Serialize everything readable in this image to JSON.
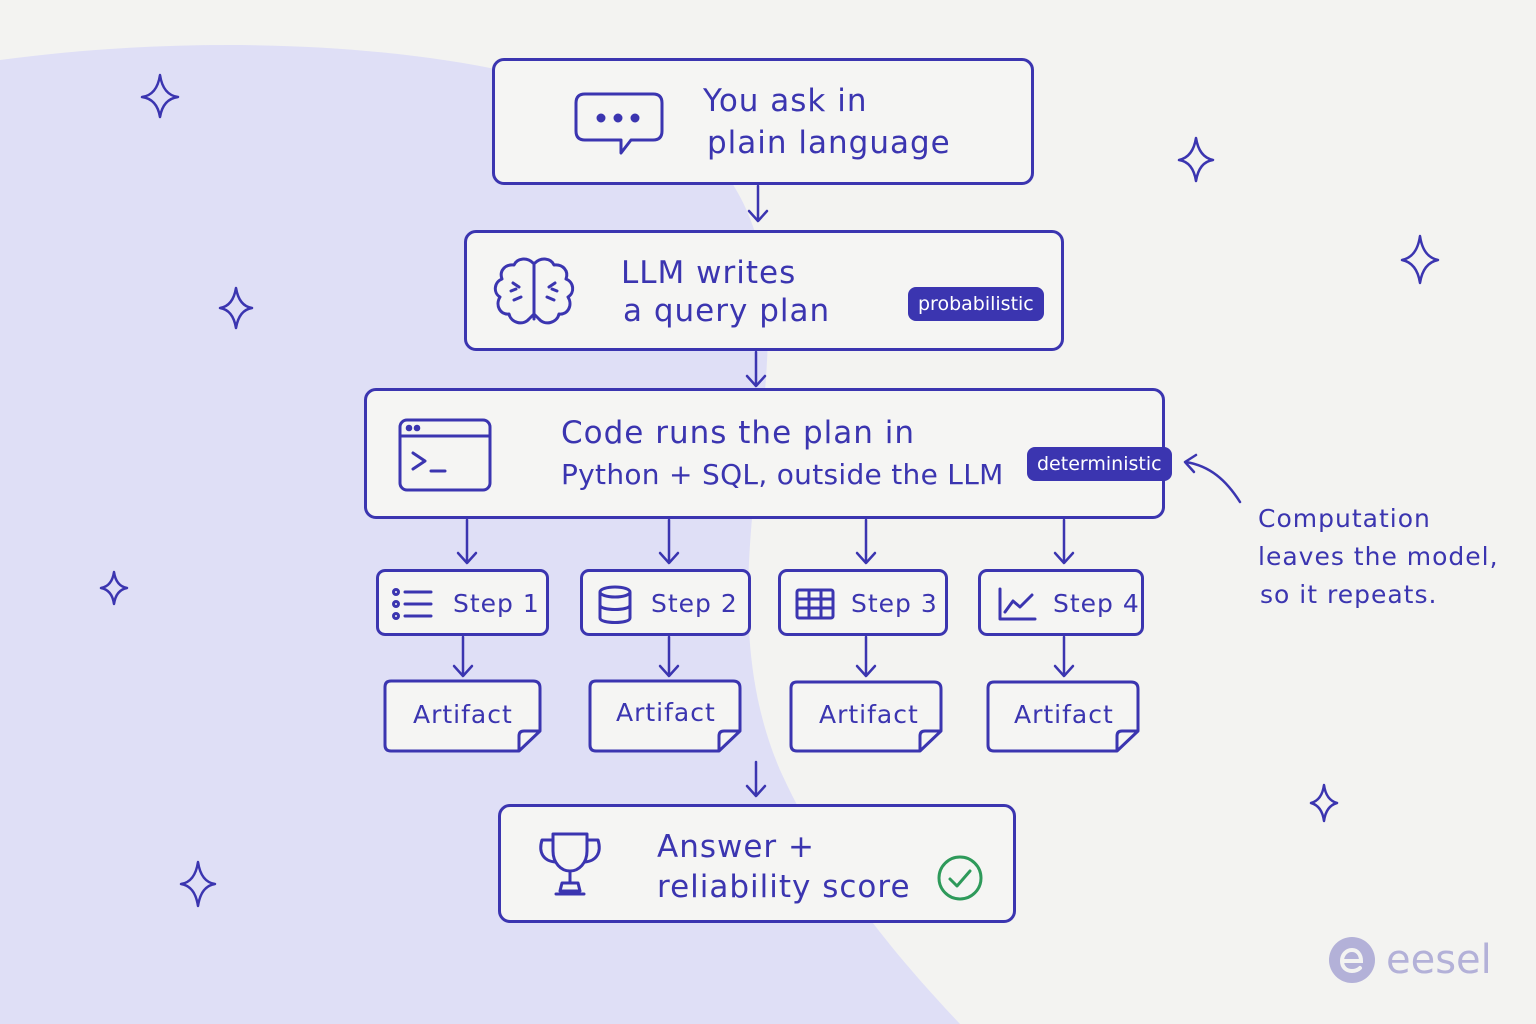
{
  "nodes": {
    "ask": {
      "line1": "You ask in",
      "line2": "plain language",
      "icon": "chat-bubble-icon"
    },
    "llm": {
      "line1": "LLM writes",
      "line2": "a query plan",
      "badge": "probabilistic",
      "icon": "brain-icon"
    },
    "code": {
      "line1": "Code runs the plan in",
      "line2": "Python + SQL, outside the LLM",
      "badge": "deterministic",
      "icon": "terminal-icon"
    },
    "answer": {
      "line1": "Answer +",
      "line2": "reliability score",
      "icon": "trophy-icon",
      "status_icon": "check-circle-icon"
    }
  },
  "steps": [
    {
      "label": "Step 1",
      "icon": "list-icon"
    },
    {
      "label": "Step 2",
      "icon": "database-icon"
    },
    {
      "label": "Step 3",
      "icon": "table-icon"
    },
    {
      "label": "Step 4",
      "icon": "line-chart-icon"
    }
  ],
  "artifacts": [
    "Artifact",
    "Artifact",
    "Artifact",
    "Artifact"
  ],
  "annotation": {
    "line1": "Computation",
    "line2": "leaves the model,",
    "line3": "so it repeats."
  },
  "brand": {
    "name": "eesel"
  },
  "colors": {
    "ink": "#3b35b0",
    "background": "#f3f3f1",
    "blob": "#dfdff6",
    "check": "#2e9a5a",
    "logo": "#b3b1d8"
  }
}
